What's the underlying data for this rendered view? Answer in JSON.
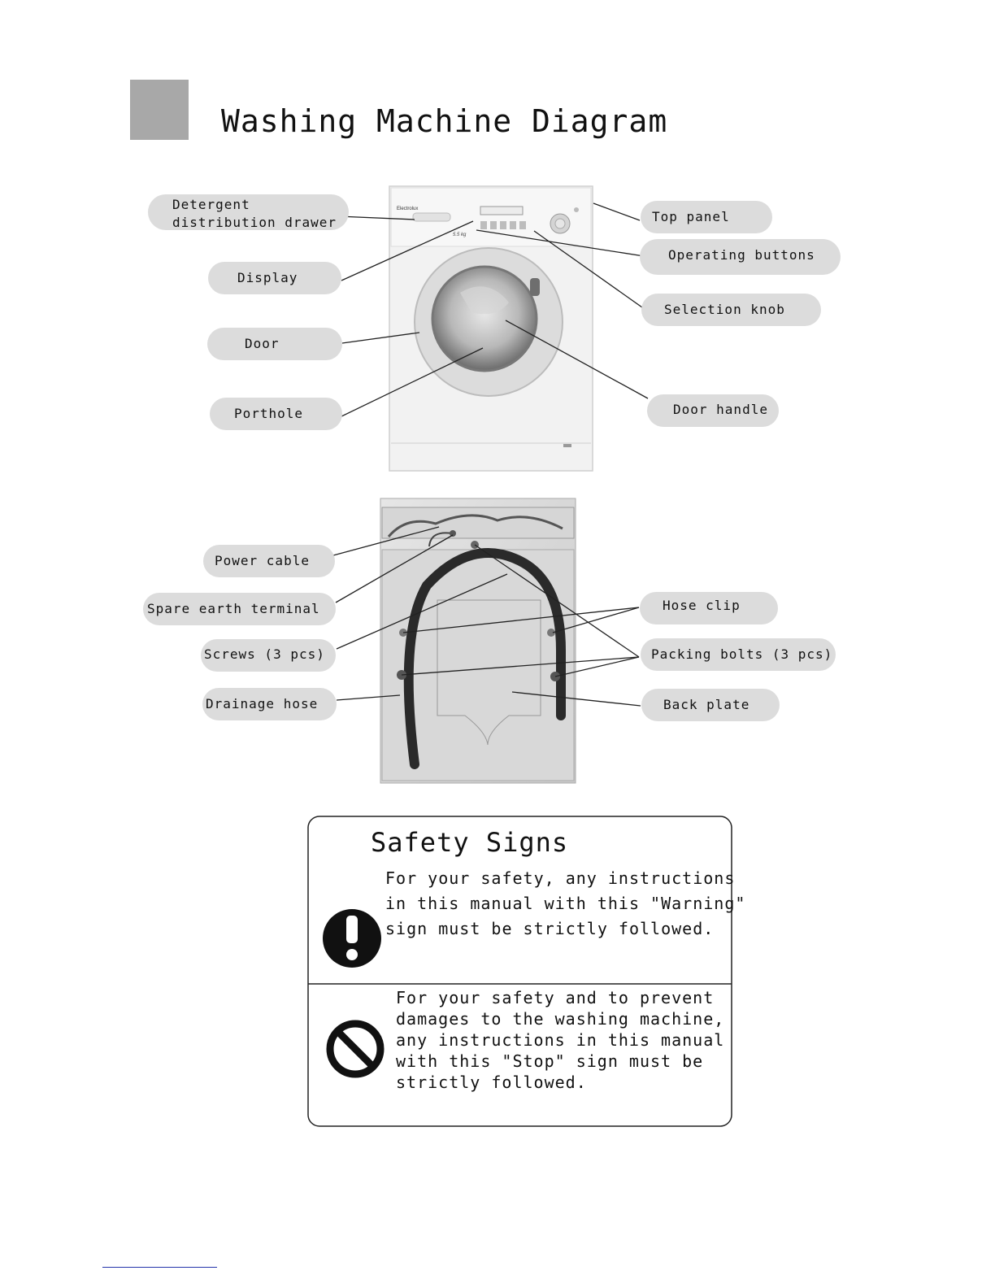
{
  "page": {
    "title": "Washing Machine Diagram"
  },
  "front_labels": {
    "detergent_drawer": [
      "Detergent",
      "distribution drawer"
    ],
    "display": "Display",
    "door": "Door",
    "porthole": "Porthole",
    "top_panel": "Top panel",
    "operating_buttons": "Operating buttons",
    "selection_knob": "Selection knob",
    "door_handle": "Door handle"
  },
  "machine_front": {
    "brand": "Electrolux",
    "capacity": "5.5 kg"
  },
  "back_labels": {
    "power_cable": "Power cable",
    "spare_earth_terminal": "Spare earth terminal",
    "screws": "Screws (3 pcs)",
    "drainage_hose": "Drainage hose",
    "hose_clip": "Hose clip",
    "packing_bolts": "Packing bolts (3 pcs)",
    "back_plate": "Back plate"
  },
  "safety": {
    "title": "Safety Signs",
    "warning_lines": [
      "For your safety, any instructions",
      "in this manual with this \"Warning\"",
      "sign must be  strictly followed."
    ],
    "stop_lines": [
      "For your safety and to prevent",
      "damages to the washing machine,",
      "any instructions in this manual",
      "with this \"Stop\" sign  must be",
      "strictly followed."
    ],
    "warning_icon": "exclamation-icon",
    "stop_icon": "prohibition-icon"
  },
  "colors": {
    "label_bg": "#dcdcdc",
    "title_square": "#a8a8a8"
  }
}
